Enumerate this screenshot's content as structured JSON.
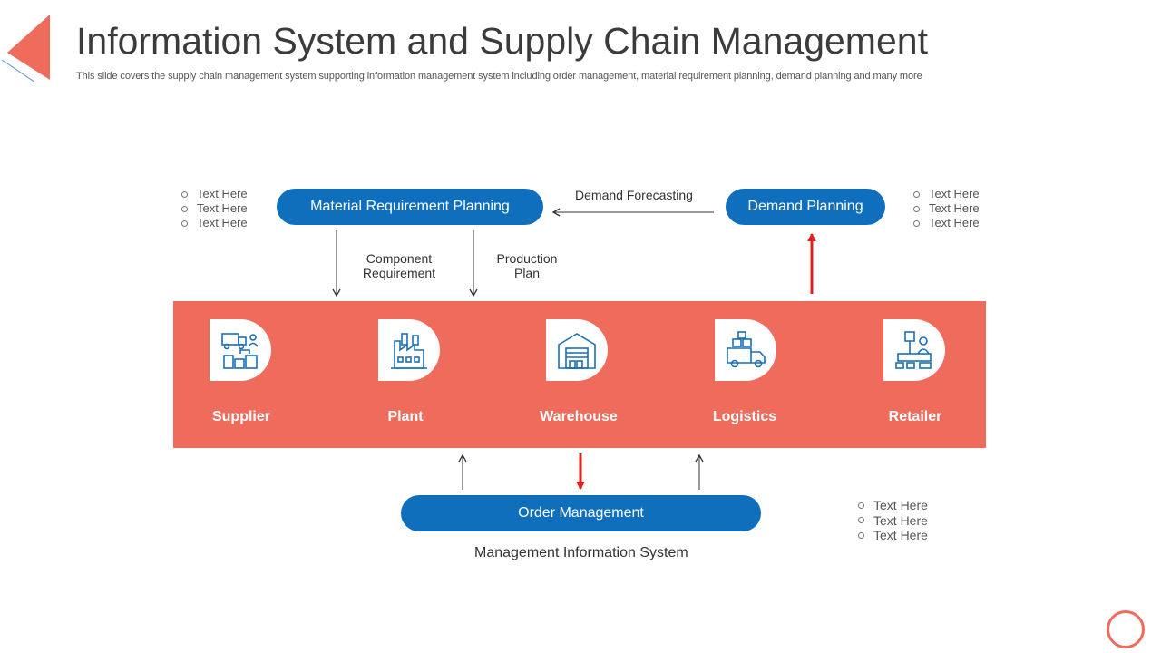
{
  "header": {
    "title": "Information System and Supply Chain Management",
    "subtitle": "This slide covers the supply chain management system supporting information management system including order management, material requirement planning, demand planning and many more"
  },
  "planning": {
    "mrp": "Material Requirement Planning",
    "demand": "Demand Planning",
    "demand_forecasting": "Demand Forecasting",
    "component_requirement": [
      "Component",
      "Requirement"
    ],
    "production_plan": [
      "Production",
      "Plan"
    ]
  },
  "chain": {
    "nodes": [
      {
        "label": "Supplier",
        "icon": "supplier-icon"
      },
      {
        "label": "Plant",
        "icon": "factory-icon"
      },
      {
        "label": "Warehouse",
        "icon": "warehouse-icon"
      },
      {
        "label": "Logistics",
        "icon": "delivery-truck-icon"
      },
      {
        "label": "Retailer",
        "icon": "retailer-icon"
      }
    ]
  },
  "order": {
    "label": "Order Management",
    "caption": "Management Information  System"
  },
  "bullets": {
    "left": [
      "Text Here",
      "Text Here",
      "Text Here"
    ],
    "right": [
      "Text Here",
      "Text Here",
      "Text Here"
    ],
    "bottom": [
      "Text Here",
      "Text Here",
      "Text Here"
    ]
  },
  "colors": {
    "accent": "#ef6b5b",
    "pill": "#0f6fbd",
    "feedback_arrow": "#e02020",
    "flow_arrow": "#333333"
  }
}
